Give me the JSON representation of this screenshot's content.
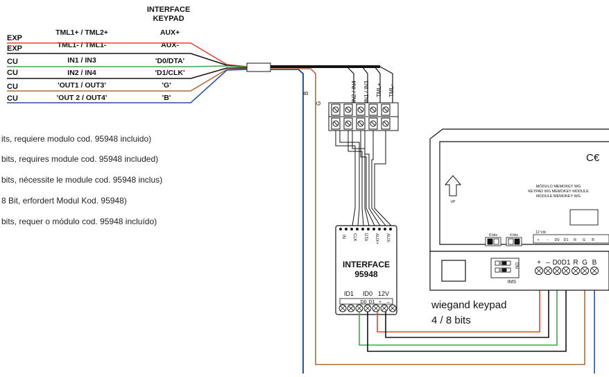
{
  "header": {
    "line1": "INTERFACE",
    "line2": "KEYPAD"
  },
  "wire_table": [
    {
      "type": "EXP",
      "tml": "TML1+ / TML2+",
      "keypad": "AUX+"
    },
    {
      "type": "EXP",
      "tml": "TML1- / TML1-",
      "keypad": "AUX-"
    },
    {
      "type": "CU",
      "tml": "IN1 / IN3",
      "keypad": "'D0/DTA'"
    },
    {
      "type": "CU",
      "tml": "IN2 / IN4",
      "keypad": "'D1/CLK'"
    },
    {
      "type": "CU",
      "tml": "'OUT1 / OUT3'",
      "keypad": "'G'"
    },
    {
      "type": "CU",
      "tml": "'OUT 2 / OUT4'",
      "keypad": "'B'"
    }
  ],
  "notes": [
    "its, requiere modulo cod. 95948 incluido)",
    "bits, requires module cod. 95948 included)",
    "bits, nécessite le module cod. 95948 inclus)",
    "8 Bit, erfordert Modul Kod. 95948)",
    "bits, requer o módulo cod. 95948 incluído)"
  ],
  "cable_labels": {
    "b": "B",
    "g": "G",
    "in2_in4": "IN2 / IN4",
    "in1_in3": "IN1 / IN3",
    "tml_plus": "TML+",
    "tml_minus": "TML-"
  },
  "interface_module": {
    "pin_labels": [
      "IN",
      "CLK",
      "DTA",
      "AUX+",
      "AUX-"
    ],
    "title_line1": "INTERFACE",
    "title_line2": "95948",
    "id1": "ID1",
    "id0": "ID0",
    "v12": "12V",
    "d0": "D0",
    "d1": "D1",
    "plus": "+",
    "minus": "–"
  },
  "keypad_label": {
    "line1": "wiegand keypad",
    "line2": "4 / 8 bits"
  },
  "device": {
    "ce": "C€",
    "up": "UP",
    "module_line1": "MÓDULO MEMOKEY WG",
    "module_line2": "KEYPAD WG MEMOKEY MODULE",
    "module_line3": "MODULE MEMOKEY WG",
    "sw8": "8 bits",
    "sw4": "4 bits",
    "vdc": "12 Vdc",
    "small_terms": [
      "+",
      "-",
      "D0",
      "D1",
      "R",
      "G",
      "B"
    ],
    "ims": "IMS",
    "on": "ON",
    "terms": [
      "+",
      "–",
      "D0",
      "D1",
      "R",
      "G",
      "B"
    ]
  },
  "colors": {
    "red": "#e4442a",
    "black": "#111111",
    "green": "#3aa84a",
    "brown": "#b06a3a",
    "blue": "#2a4fa8"
  }
}
